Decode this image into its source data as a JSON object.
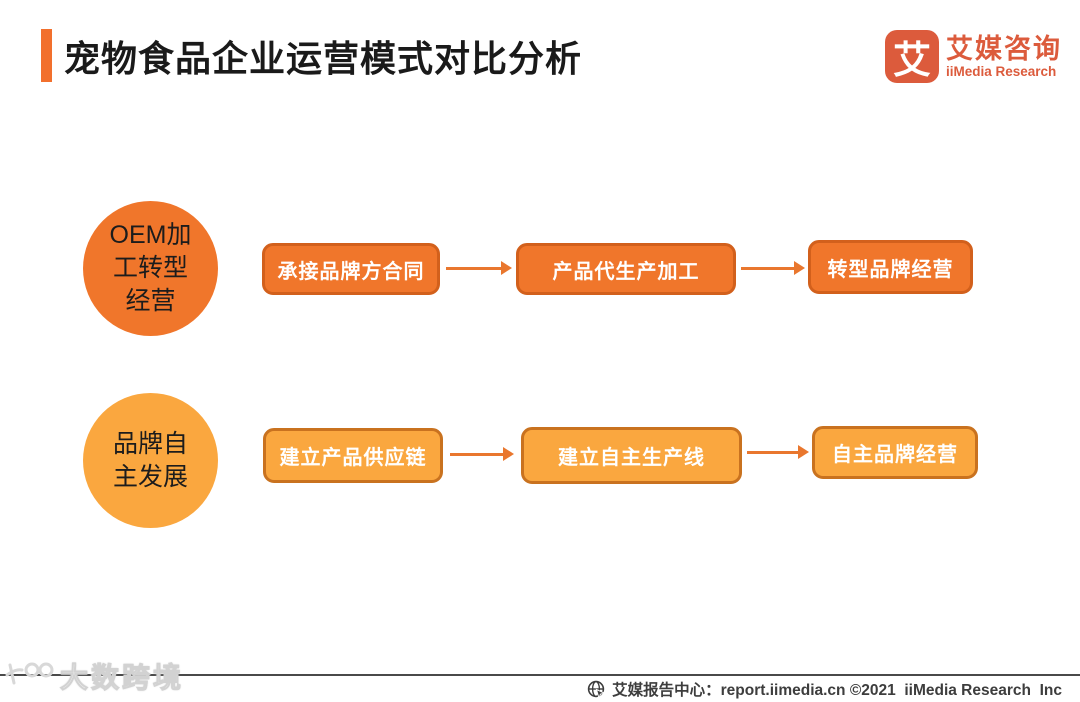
{
  "header": {
    "title": "宠物食品企业运营模式对比分析",
    "logo": {
      "glyph": "艾",
      "name_cn": "艾媒咨询",
      "name_en": "iiMedia Research"
    }
  },
  "flows": [
    {
      "circle_label": "OEM加工转型经营",
      "circle_lines": [
        "OEM加",
        "工转型",
        "经营"
      ],
      "steps": [
        "承接品牌方合同",
        "产品代生产加工",
        "转型品牌经营"
      ]
    },
    {
      "circle_label": "品牌自主发展",
      "circle_lines": [
        "品牌自",
        "主发展"
      ],
      "steps": [
        "建立产品供应链",
        "建立自主生产线",
        "自主品牌经营"
      ]
    }
  ],
  "footer": {
    "text": "艾媒报告中心：report.iimedia.cn ©2021  iiMedia Research  Inc",
    "watermark": "大数跨境"
  },
  "colors": {
    "accent_bar": "#F2702D",
    "row1_fill": "#F0762B",
    "row1_border": "#D2601C",
    "row2_fill": "#FAA73F",
    "row2_border": "#C9721F",
    "arrow": "#E9772E",
    "brand": "#DC5B3C",
    "title_text": "#1A1A1A",
    "box_text": "#FFFFFF",
    "footer_text": "#3D3D3D",
    "footer_line": "#4A4A4A"
  }
}
